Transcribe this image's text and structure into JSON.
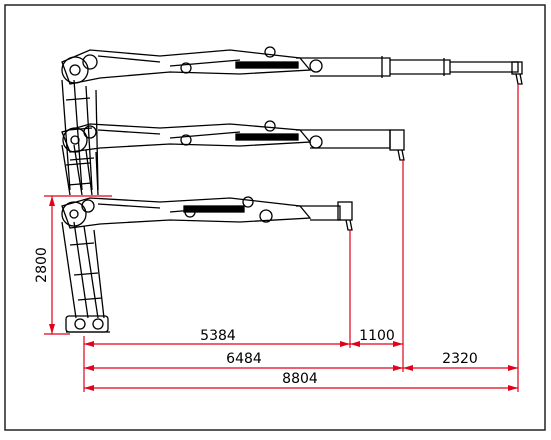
{
  "drawing": {
    "height_dim": "2800",
    "dim_reach_1": "5384",
    "dim_ext_1": "1100",
    "dim_reach_2": "6484",
    "dim_ext_2": "2320",
    "dim_reach_3": "8804"
  },
  "colors": {
    "line": "#000000",
    "dimension": "#e2001a",
    "frame": "#222222"
  }
}
